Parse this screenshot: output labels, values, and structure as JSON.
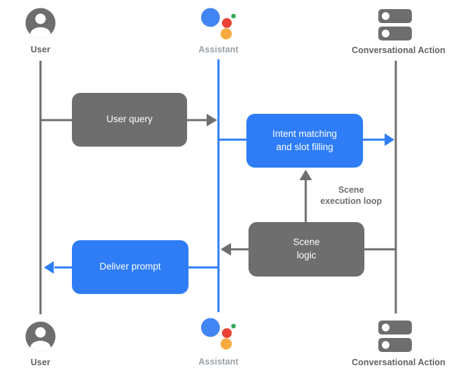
{
  "actors": {
    "user": {
      "label": "User"
    },
    "assistant": {
      "label": "Assistant"
    },
    "conversational_action": {
      "label": "Conversational Action"
    }
  },
  "nodes": {
    "user_query": {
      "label": "User query"
    },
    "intent_matching": {
      "label": "Intent matching\nand slot filling"
    },
    "scene_logic": {
      "label": "Scene\nlogic"
    },
    "deliver_prompt": {
      "label": "Deliver prompt"
    }
  },
  "annotations": {
    "scene_execution_loop": {
      "label": "Scene\nexecution loop"
    }
  },
  "colors": {
    "blue": "#2E7DF6",
    "gray": "#6E6E6E",
    "label_gray": "#616161",
    "assistant_label_gray": "#9AA0A6",
    "logo_blue": "#4285F4",
    "logo_red": "#EA4335",
    "logo_yellow": "#F9AB40",
    "logo_green": "#34A853",
    "background": "#FFFFFF"
  }
}
